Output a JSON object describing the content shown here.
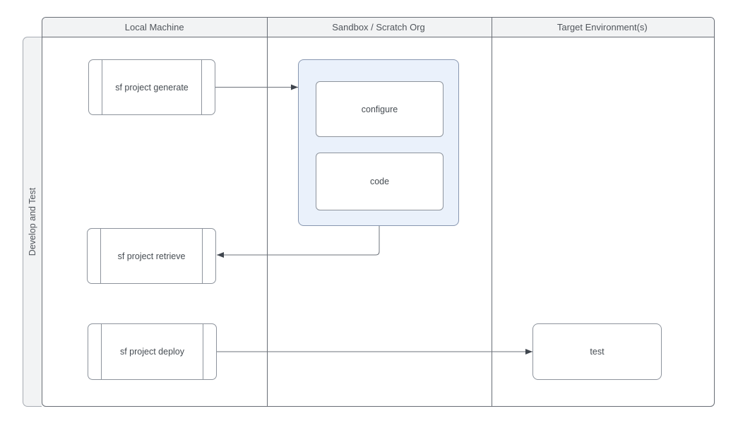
{
  "diagram": {
    "type": "cross-functional-flowchart",
    "phase_label": "Develop and Test",
    "lanes": [
      {
        "label": "Local Machine"
      },
      {
        "label": "Sandbox / Scratch Org"
      },
      {
        "label": "Target Environment(s)"
      }
    ],
    "nodes": {
      "generate": {
        "label": "sf project generate",
        "shape": "predefined-process",
        "lane": "Local Machine"
      },
      "retrieve": {
        "label": "sf project retrieve",
        "shape": "predefined-process",
        "lane": "Local Machine"
      },
      "deploy": {
        "label": "sf project deploy",
        "shape": "predefined-process",
        "lane": "Local Machine"
      },
      "sandbox_container": {
        "label": "",
        "shape": "container",
        "lane": "Sandbox / Scratch Org",
        "children": [
          "configure",
          "code"
        ]
      },
      "configure": {
        "label": "configure",
        "shape": "rounded-rect",
        "lane": "Sandbox / Scratch Org"
      },
      "code": {
        "label": "code",
        "shape": "rounded-rect",
        "lane": "Sandbox / Scratch Org"
      },
      "test": {
        "label": "test",
        "shape": "rounded-rect",
        "lane": "Target Environment(s)"
      }
    },
    "edges": [
      {
        "from": "generate",
        "to": "sandbox_container",
        "style": "arrow"
      },
      {
        "from": "sandbox_container",
        "to": "retrieve",
        "style": "arrow-elbow"
      },
      {
        "from": "deploy",
        "to": "test",
        "style": "arrow"
      }
    ],
    "colors": {
      "canvas_bg": "#ffffff",
      "header_fill": "#f2f3f4",
      "pool_stroke": "#686d75",
      "band_stroke": "#a6abb2",
      "node_stroke": "#8d939c",
      "container_fill": "#eaf1fb",
      "container_stroke": "#8796b0",
      "text": "#50555b",
      "edge_line": "#6e737b",
      "edge_arrowhead": "#40464e"
    }
  }
}
